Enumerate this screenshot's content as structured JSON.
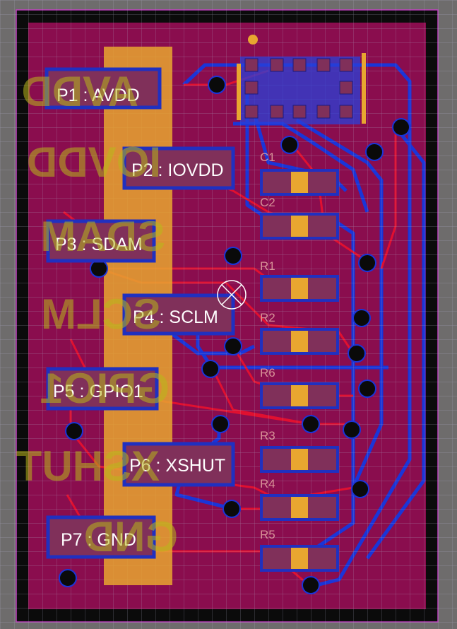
{
  "colors": {
    "background": "#6e6c6c",
    "board_outline": "#0b0b0b",
    "copper_fill": "#8a0d4e",
    "grid": "#b0b0c8",
    "top_trace": "#e01030",
    "bottom_trace": "#1a35d8",
    "silkscreen": "#b8b81a",
    "header_strip": "#e8a630",
    "pad_border": "#2030c0",
    "pad_body": "#80305a",
    "pad_center": "#e8a630"
  },
  "pins": [
    {
      "label": "P1 : AVDD"
    },
    {
      "label": "P2 : IOVDD"
    },
    {
      "label": "P3 : SDAM"
    },
    {
      "label": "P4 : SCLM"
    },
    {
      "label": "P5 : GPIO1"
    },
    {
      "label": "P6 : XSHUT"
    },
    {
      "label": "P7 : GND"
    }
  ],
  "silkscreen_mirrored": [
    "AVDD",
    "IOVDD",
    "SDAM",
    "SCLM",
    "GPIO1",
    "XSHUT",
    "GND"
  ],
  "designators": [
    "C1",
    "C2",
    "R1",
    "R2",
    "R6",
    "R3",
    "R4",
    "R5"
  ]
}
